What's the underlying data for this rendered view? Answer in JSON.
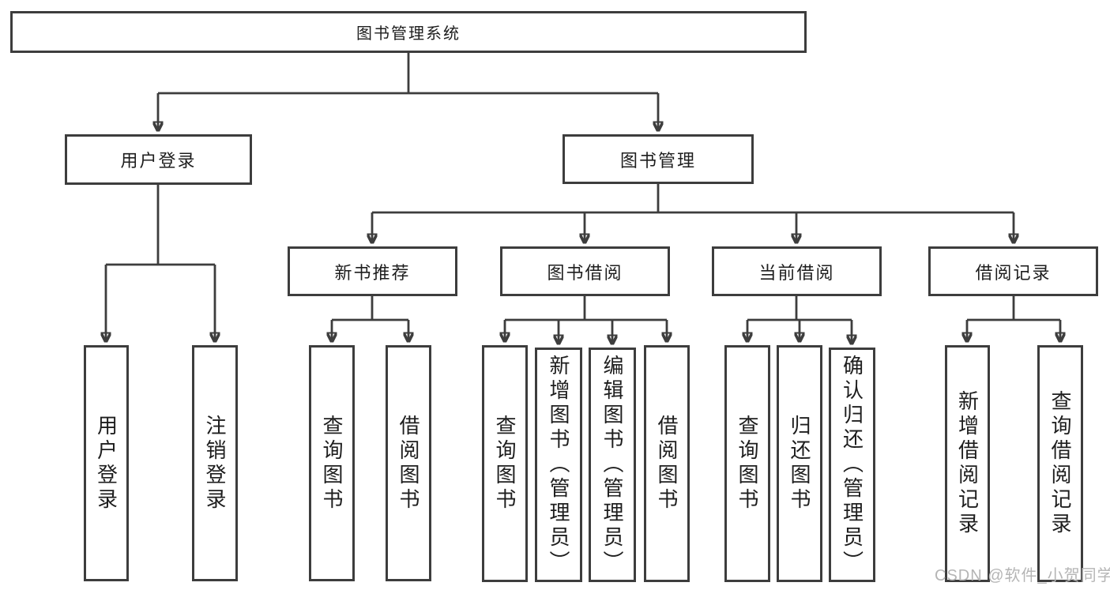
{
  "diagram_title": "图书管理系统",
  "nodes": {
    "root": {
      "label": "图书管理系统"
    },
    "user_login": {
      "label": "用户登录"
    },
    "book_mgmt": {
      "label": "图书管理"
    },
    "login_do": {
      "label": "用户登录"
    },
    "logout_do": {
      "label": "注销登录"
    },
    "new_book_rec": {
      "label": "新书推荐"
    },
    "book_borrow": {
      "label": "图书借阅"
    },
    "current_borrow": {
      "label": "当前借阅"
    },
    "borrow_records": {
      "label": "借阅记录"
    },
    "nbr_query": {
      "label": "查询图书"
    },
    "nbr_borrow": {
      "label": "借阅图书"
    },
    "bb_query": {
      "label": "查询图书"
    },
    "bb_add": {
      "label": "新增图书（管理员）"
    },
    "bb_edit": {
      "label": "编辑图书（管理员）"
    },
    "bb_borrow": {
      "label": "借阅图书"
    },
    "cb_query": {
      "label": "查询图书"
    },
    "cb_return": {
      "label": "归还图书"
    },
    "cb_confirm": {
      "label": "确认归还（管理员）"
    },
    "br_add": {
      "label": "新增借阅记录"
    },
    "br_query": {
      "label": "查询借阅记录"
    }
  },
  "hierarchy": {
    "图书管理系统": {
      "用户登录": [
        "用户登录",
        "注销登录"
      ],
      "图书管理": {
        "新书推荐": [
          "查询图书",
          "借阅图书"
        ],
        "图书借阅": [
          "查询图书",
          "新增图书（管理员）",
          "编辑图书（管理员）",
          "借阅图书"
        ],
        "当前借阅": [
          "查询图书",
          "归还图书",
          "确认归还（管理员）"
        ],
        "借阅记录": [
          "新增借阅记录",
          "查询借阅记录"
        ]
      }
    }
  },
  "watermark": {
    "text": "CSDN @软件_小贺同学"
  },
  "colors": {
    "line": "#3d3d3d",
    "text": "#1e1e1e",
    "background": "#ffffff",
    "watermark": "#b5b5b5"
  }
}
